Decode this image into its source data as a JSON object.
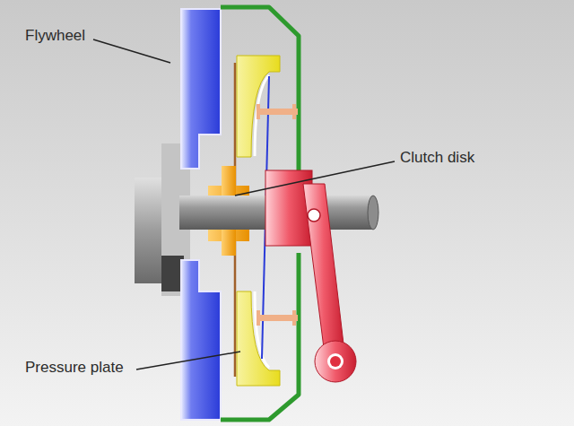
{
  "diagram": {
    "labels": [
      "Flywheel",
      "Clutch disk",
      "Pressure plate"
    ]
  }
}
